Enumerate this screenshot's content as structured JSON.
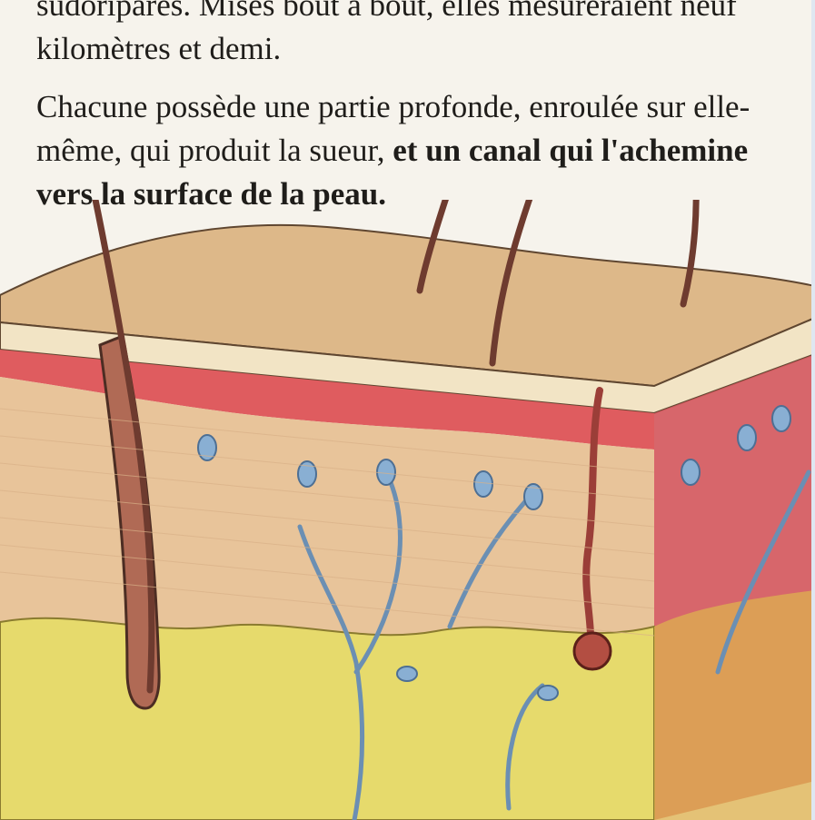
{
  "text": {
    "line_cut": "sudoripares. Mises bout à bout, elles mesureraient neuf",
    "paragraph1_end": "kilomètres et demi.",
    "paragraph2_normal": "Chacune possède une partie profonde, enroulée sur elle-même, qui produit la sueur, ",
    "paragraph2_bold": "et un canal qui l'achemine vers la surface de la peau."
  },
  "colors": {
    "paper": "#f6f3ec",
    "skin_surface": "#ddb889",
    "epidermis": "#f2e4c5",
    "dermis_red": "#df5c5f",
    "tissue": "#e8c49a",
    "fat": "#e6da6c",
    "nerve_blue": "#6b8fb3",
    "hair": "#6e3b2f"
  },
  "icons": [
    "skin-cross-section-illustration",
    "hair-follicle",
    "sweat-gland",
    "nerve-fibers",
    "fat-layer"
  ]
}
